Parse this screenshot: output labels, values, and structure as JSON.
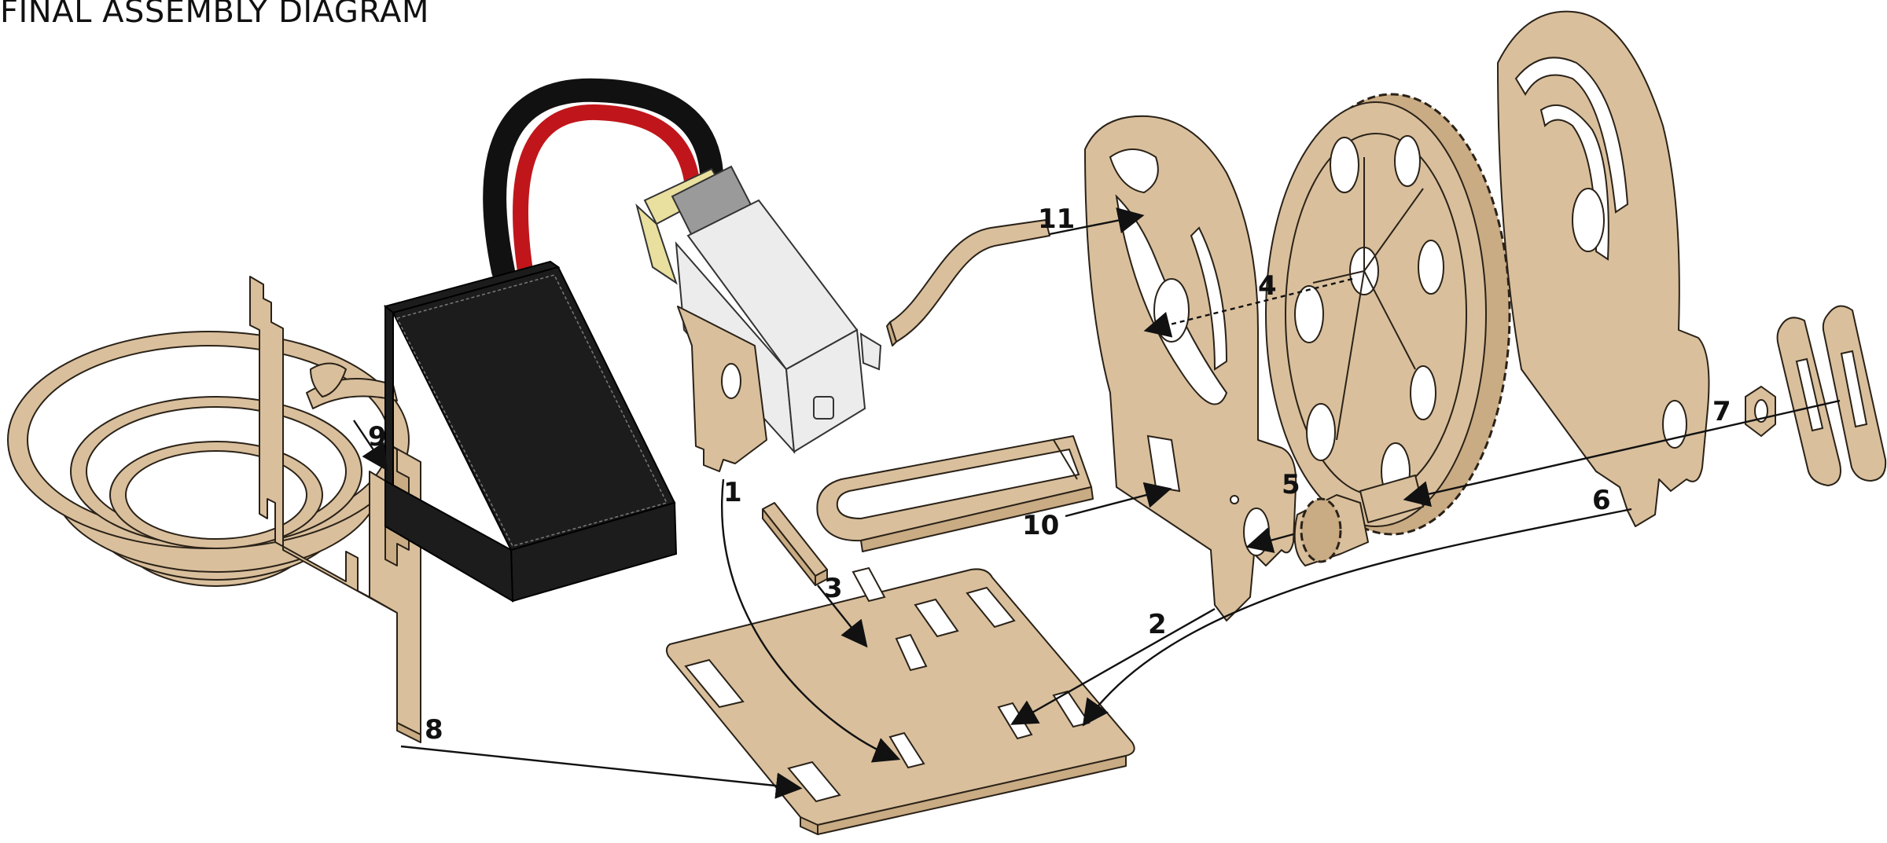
{
  "title": "FINAL ASSEMBLY DIAGRAM",
  "colors": {
    "wood": "#d9bf9c",
    "wood_edge": "#2a2218",
    "wood_shade": "#c9ab84",
    "battery": "#1c1c1c",
    "wire_black": "#111111",
    "wire_red": "#c0161b",
    "motor_body": "#ececec",
    "motor_cap": "#e9df9e",
    "motor_gray": "#9a9a9a",
    "line": "#111111"
  },
  "callouts": [
    {
      "id": "1",
      "label": "1"
    },
    {
      "id": "2",
      "label": "2"
    },
    {
      "id": "3",
      "label": "3"
    },
    {
      "id": "4",
      "label": "4"
    },
    {
      "id": "5",
      "label": "5"
    },
    {
      "id": "6",
      "label": "6"
    },
    {
      "id": "7",
      "label": "7"
    },
    {
      "id": "8",
      "label": "8"
    },
    {
      "id": "9",
      "label": "9"
    },
    {
      "id": "10",
      "label": "10"
    },
    {
      "id": "11",
      "label": "11"
    }
  ],
  "parts": [
    {
      "name": "spiral-cup-icon"
    },
    {
      "name": "cup-holder-frame-icon"
    },
    {
      "name": "battery-box-icon"
    },
    {
      "name": "wire-pair-icon"
    },
    {
      "name": "gear-motor-icon"
    },
    {
      "name": "motor-mount-icon"
    },
    {
      "name": "base-plate-icon"
    },
    {
      "name": "peg-icon"
    },
    {
      "name": "curved-arm-icon"
    },
    {
      "name": "u-slider-icon"
    },
    {
      "name": "front-cam-plate-icon"
    },
    {
      "name": "big-gear-icon"
    },
    {
      "name": "rear-cam-plate-icon"
    },
    {
      "name": "pinion-gear-icon"
    },
    {
      "name": "hex-nut-icon"
    },
    {
      "name": "washer-icon"
    },
    {
      "name": "link-bar-icon"
    }
  ]
}
